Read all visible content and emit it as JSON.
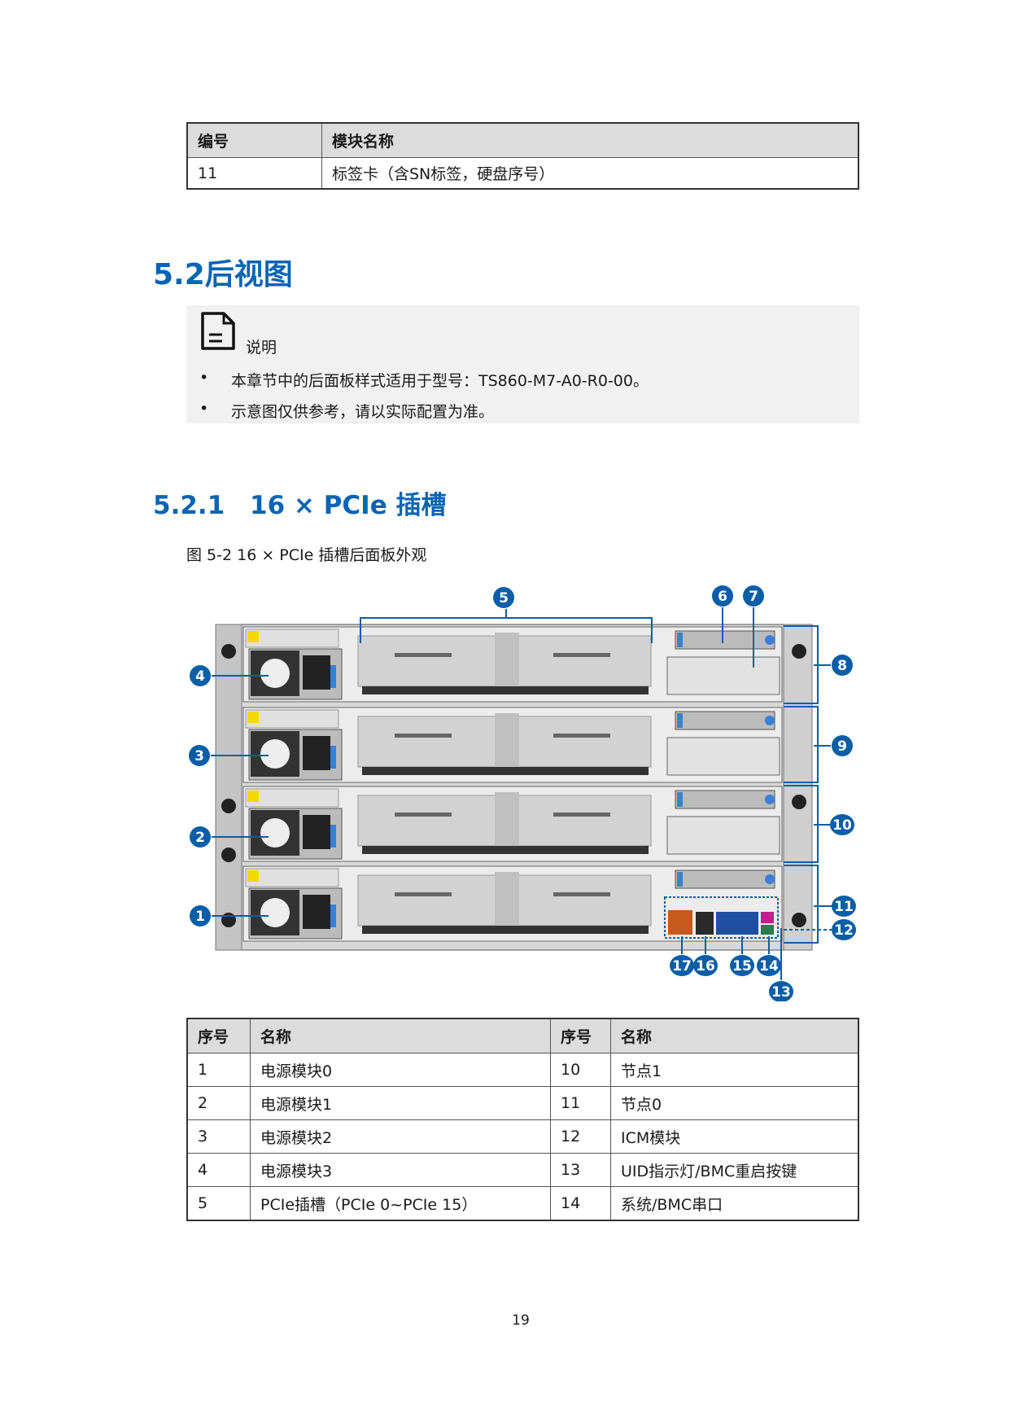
{
  "top_table": {
    "headers": [
      "编号",
      "模块名称"
    ],
    "rows": [
      [
        "11",
        "标签卡（含SN标签，硬盘序号）"
      ]
    ]
  },
  "section_title": "5.2后视图",
  "note": {
    "icon": "document-note-icon",
    "label": "说明",
    "bullets": [
      "本章节中的后面板样式适用于型号：TS860-M7-A0-R0-00。",
      "示意图仅供参考，请以实际配置为准。"
    ]
  },
  "subsection": {
    "number": "5.2.1",
    "title": "16 × PCIe 插槽"
  },
  "figure": {
    "caption": "图 5-2 16 × PCIe 插槽后面板外观",
    "callout_color": "#0a5ea8",
    "callouts": [
      "1",
      "2",
      "3",
      "4",
      "5",
      "6",
      "7",
      "8",
      "9",
      "10",
      "11",
      "12",
      "13",
      "14",
      "15",
      "16",
      "17"
    ]
  },
  "parts_table": {
    "headers": [
      "序号",
      "名称",
      "序号",
      "名称"
    ],
    "rows": [
      [
        "1",
        "电源模块0",
        "10",
        "节点1"
      ],
      [
        "2",
        "电源模块1",
        "11",
        "节点0"
      ],
      [
        "3",
        "电源模块2",
        "12",
        "ICM模块"
      ],
      [
        "4",
        "电源模块3",
        "13",
        "UID指示灯/BMC重启按键"
      ],
      [
        "5",
        "PCIe插槽（PCIe 0~PCIe 15）",
        "14",
        "系统/BMC串口"
      ]
    ]
  },
  "page_number": "19"
}
